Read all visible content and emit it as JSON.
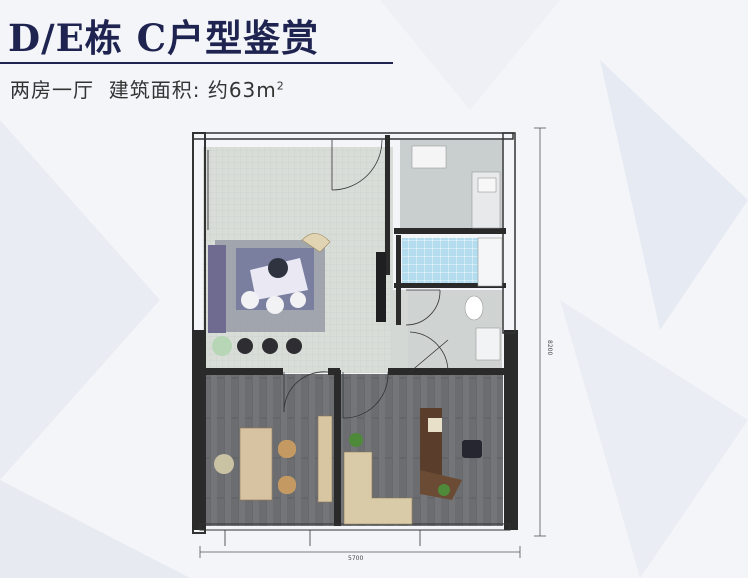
{
  "title": "D/E栋 C户型鉴赏",
  "subtitle": {
    "layout": "两房一厅",
    "area_label": "建筑面积:",
    "area_value": "约63m",
    "area_sup": "2"
  },
  "dimensions": {
    "width": "5700",
    "height": "8200"
  },
  "colors": {
    "title": "#1f2350",
    "background": "#f3f5f9",
    "wall": "#222222",
    "living_floor": "#d6dbd6",
    "wood_floor": "#6a6c70",
    "bath_floor": "#c9cfcf",
    "tile": "#a9d4ea"
  }
}
